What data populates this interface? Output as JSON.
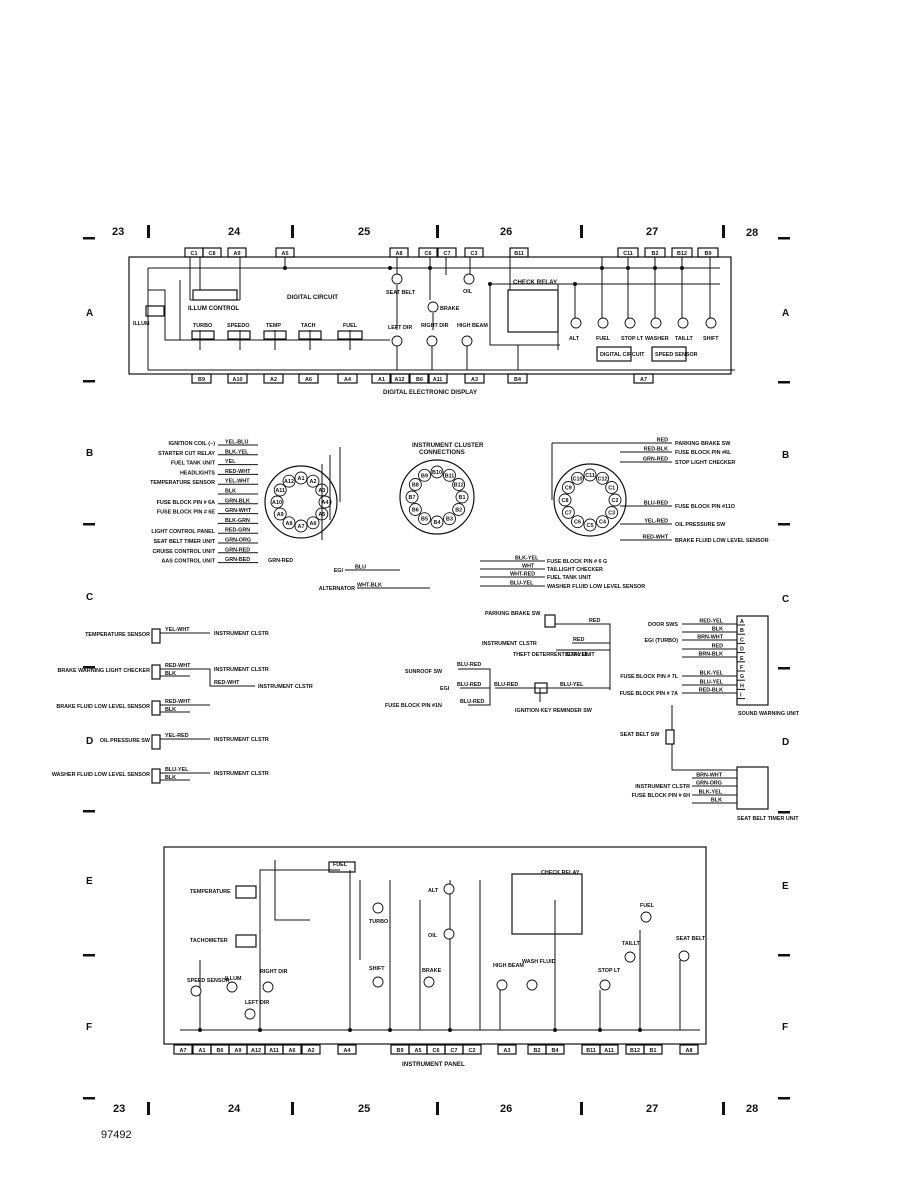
{
  "grid": {
    "top_columns": [
      "23",
      "24",
      "25",
      "26",
      "27",
      "28"
    ],
    "bottom_columns": [
      "23",
      "24",
      "25",
      "26",
      "27",
      "28"
    ],
    "rows": [
      "A",
      "B",
      "C",
      "D",
      "E",
      "F"
    ]
  },
  "top_panel": {
    "top_pins": [
      "C1",
      "C8",
      "A9",
      "A5",
      "A8",
      "C6",
      "C7",
      "C3",
      "B11",
      "C11",
      "B2",
      "B12",
      "B9"
    ],
    "bottom_pins": [
      "B9",
      "A10",
      "A2",
      "A6",
      "A4",
      "A1",
      "A12",
      "B6",
      "A11",
      "A3",
      "B4",
      "A7"
    ],
    "labels": {
      "illum": "ILLUM",
      "illum_control": "ILLUM   CONTROL",
      "digital_circuit": "DIGITAL CIRCUIT",
      "turbo": "TURBO",
      "speedo": "SPEEDO",
      "temp": "TEMP",
      "tach": "TACH",
      "fuel": "FUEL",
      "seat_belt": "SEAT BELT",
      "oil": "OIL",
      "brake": "BRAKE",
      "left_dir": "LEFT DIR",
      "right_dir": "RIGHT DIR",
      "high_beam": "HIGH BEAM",
      "check_relay": "CHECK RELAY",
      "alt": "ALT",
      "fuel2": "FUEL",
      "stop_lt": "STOP LT",
      "washer": "WASHER",
      "taillt": "TAILLT",
      "shift": "SHIFT",
      "digital_circuit2": "DIGITAL CIRCUIT",
      "speed_sensor": "SPEED SENSOR"
    },
    "caption": "DIGITAL ELECTRONIC DISPLAY"
  },
  "connector_left": {
    "rows": [
      {
        "label": "IGNITION COIL (−)",
        "wire": "YEL-BLU"
      },
      {
        "label": "STARTER CUT RELAY",
        "wire": "BLK-YEL"
      },
      {
        "label": "FUEL TANK UNIT",
        "wire": "YEL"
      },
      {
        "label": "HEADLIGHTS",
        "wire": "RED-WHT"
      },
      {
        "label": "TEMPERATURE SENSOR",
        "wire": "YEL-WHT"
      },
      {
        "label": "",
        "wire": "BLK"
      },
      {
        "label": "FUSE BLOCK PIN # 6A",
        "wire": "GRN-BLK"
      },
      {
        "label": "FUSE BLOCK PIN # 6E",
        "wire": "GRN-WHT"
      },
      {
        "label": "",
        "wire": "BLK-GRN"
      },
      {
        "label": "LIGHT CONTROL PANEL",
        "wire": "RED-GRN"
      },
      {
        "label": "SEAT BELT TIMER UNIT",
        "wire": "GRN-ORG"
      },
      {
        "label": "CRUISE CONTROL UNIT",
        "wire": "GRN-RED"
      },
      {
        "label": "AAS CONTROL UNIT",
        "wire": "GRN-BED"
      }
    ],
    "extra_wire": "GRN-RED",
    "pins": [
      "A1",
      "A2",
      "A3",
      "A4",
      "A5",
      "A6",
      "A7",
      "A8",
      "A9",
      "A10",
      "A11",
      "A12"
    ]
  },
  "connector_middle": {
    "title": "INSTRUMENT CLUSTER CONNECTIONS",
    "pins": [
      "B1",
      "B2",
      "B3",
      "B4",
      "B5",
      "B6",
      "B7",
      "B8",
      "B9",
      "B10",
      "B11",
      "B12"
    ],
    "wires": [
      {
        "wire": "BLU",
        "label": "EGI"
      },
      {
        "wire": "WHT-BLK",
        "label": "ALTERNATOR"
      },
      {
        "wire": "BLK-YEL",
        "label": "FUSE BLOCK PIN # 6 G"
      },
      {
        "wire": "WHT",
        "label": "TAILLIGHT CHECKER"
      },
      {
        "wire": "WHT-RED",
        "label": "FUEL TANK UNIT"
      },
      {
        "wire": "BLU-YEL",
        "label": "WASHER FLUID LOW LEVEL SENSOR"
      }
    ]
  },
  "connector_right": {
    "pins": [
      "C1",
      "C2",
      "C3",
      "C4",
      "C5",
      "C6",
      "C7",
      "C8",
      "C9",
      "C10",
      "C11",
      "C12"
    ],
    "rows": [
      {
        "wire": "RED",
        "label": "PARKING BRAKE SW"
      },
      {
        "wire": "RED-BLK",
        "label": "FUSE BLOCK PIN #6L"
      },
      {
        "wire": "GRN-RED",
        "label": "STOP LIGHT CHECKER"
      },
      {
        "wire": "BLU-RED",
        "label": "FUSE BLOCK PIN #11O"
      },
      {
        "wire": "YEL-RED",
        "label": "OIL PRESSURE SW"
      },
      {
        "wire": "RED-WHT",
        "label": "BRAKE FLUID LOW LEVEL SENSOR"
      }
    ]
  },
  "sensors_left": [
    {
      "name": "TEMPERATURE SENSOR",
      "wire": "YEL-WHT",
      "to": "INSTRUMENT CLSTR"
    },
    {
      "name": "BRAKE WARNING LIGHT CHECKER",
      "wire": "RED-WHT",
      "wire2": "BLK",
      "to": "INSTRUMENT CLSTR",
      "out_wire": "RED-WHT"
    },
    {
      "name": "BRAKE FLUID LOW LEVEL SENSOR",
      "wire": "RED-WHT",
      "wire2": "BLK"
    },
    {
      "name": "OIL PRESSURE SW",
      "wire": "YEL-RED",
      "to": "INSTRUMENT CLSTR"
    },
    {
      "name": "WASHER FLUID LOW LEVEL SENSOR",
      "wire": "BLU-YEL",
      "wire2": "BLK",
      "to": "INSTRUMENT CLSTR"
    }
  ],
  "middle_block": {
    "parking_brake_sw": "PARKING BRAKE SW",
    "red": "RED",
    "instrument_clstr": "INSTRUMENT CLSTR",
    "theft_unit": "THEFT DETERRENT CTRL UNIT",
    "blu_yel": "BLU-YEL",
    "sunroof_sw": "SUNROOF SW",
    "blu_red": "BLU-RED",
    "egi": "EGI",
    "blu_red2": "BLU-RED",
    "blu_red3": "BLU-RED",
    "blu_yel2": "BLU-YEL",
    "fuse_block_1n": "FUSE BLOCK PIN #1N",
    "blu_red4": "BLU-RED",
    "ignition_key": "IGNITION KEY REMINDER SW"
  },
  "sound_unit": {
    "title": "SOUND WARNING UNIT",
    "pins": [
      "A",
      "B",
      "C",
      "D",
      "E",
      "F",
      "G",
      "H",
      "I"
    ],
    "rows": [
      {
        "label": "DOOR SWS",
        "wire": "RED-YEL"
      },
      {
        "label": "",
        "wire": "BLK"
      },
      {
        "label": "EGI (TURBO)",
        "wire": "BRN-WHT"
      },
      {
        "label": "",
        "wire": "RED"
      },
      {
        "label": "",
        "wire": "BRN-BLK"
      },
      {
        "label": "FUSE BLOCK PIN # 7L",
        "wire": "BLK-YEL"
      },
      {
        "label": "",
        "wire": "BLU-YEL"
      },
      {
        "label": "FUSE BLOCK PIN # 7A",
        "wire": "RED-BLK"
      }
    ]
  },
  "seatbelt_unit": {
    "seat_belt_sw": "SEAT BELT SW",
    "title": "SEAT BELT TIMER UNIT",
    "rows": [
      {
        "label": "",
        "wire": "BRN-WHT"
      },
      {
        "label": "INSTRUMENT CLSTR",
        "wire": "GRN-ORG"
      },
      {
        "label": "FUSE BLOCK PIN # 6H",
        "wire": "BLK-YEL"
      },
      {
        "label": "",
        "wire": "BLK"
      }
    ]
  },
  "bottom_panel": {
    "labels": {
      "fuel": "FUEL",
      "temperature": "TEMPERATURE",
      "tachometer": "TACHOMETER",
      "turbo": "TURBO",
      "speed_sensor": "SPEED SENSOR",
      "illum": "ILLUM",
      "right_dir": "RIGHT DIR",
      "left_dir": "LEFT DIR",
      "shift": "SHIFT",
      "alt": "ALT",
      "oil": "OIL",
      "check_relay": "CHECK RELAY",
      "brake": "BRAKE",
      "high_beam": "HIGH BEAM",
      "wash_fluid": "WASH FLUID",
      "fuel2": "FUEL",
      "taillt": "TAILLT",
      "stop_lt": "STOP LT",
      "seat_belt": "SEAT BELT"
    },
    "pins": [
      "A7",
      "A1",
      "B6",
      "A9",
      "A12",
      "A11",
      "A6",
      "A2",
      "A4",
      "B9",
      "A5",
      "C6",
      "C7",
      "C2",
      "A3",
      "B2",
      "B4",
      "B11",
      "A11",
      "B12",
      "B1",
      "A8"
    ],
    "caption": "INSTRUMENT PANEL"
  },
  "footer": {
    "code": "97492"
  }
}
